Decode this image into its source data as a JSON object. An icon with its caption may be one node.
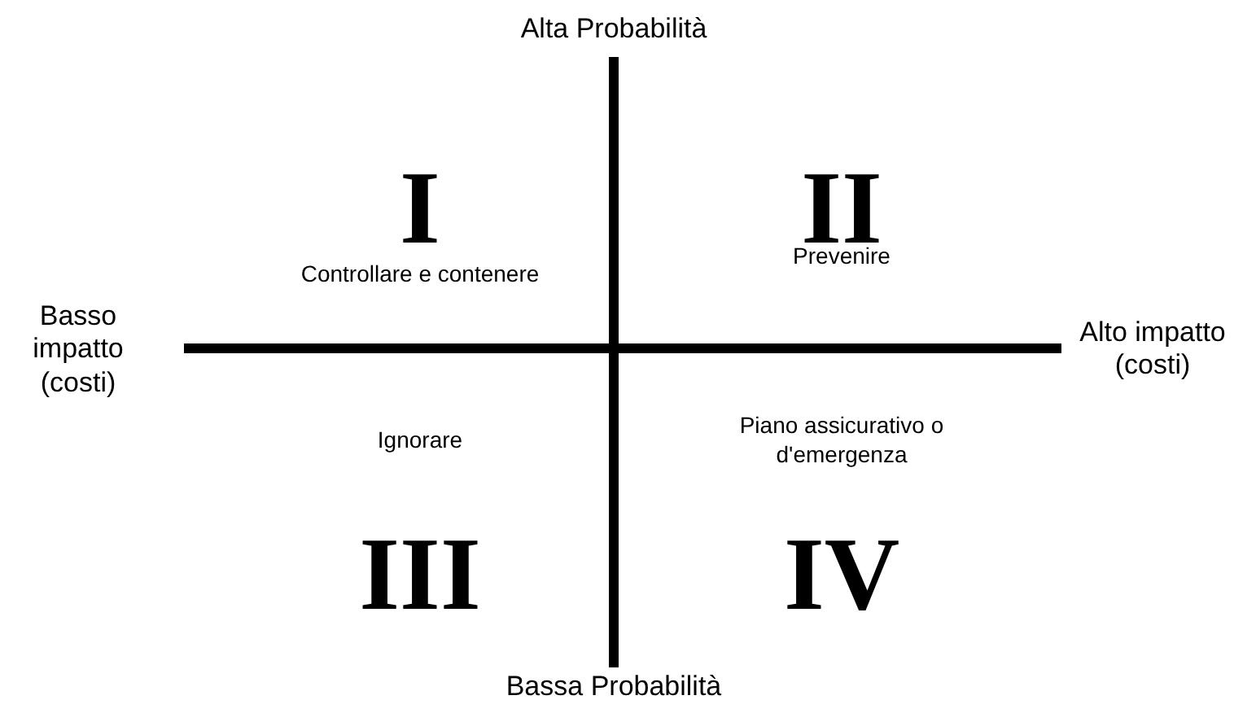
{
  "diagram": {
    "labels": [
      "Alta Probabilità",
      "I",
      "II",
      "Controllare e contenere",
      "Prevenire",
      "Basso impatto (costi)",
      "Alto impatto (costi)",
      "Ignorare",
      "Piano assicurativo o d'emergenza",
      "III",
      "IV",
      "Bassa Probabilità"
    ]
  }
}
